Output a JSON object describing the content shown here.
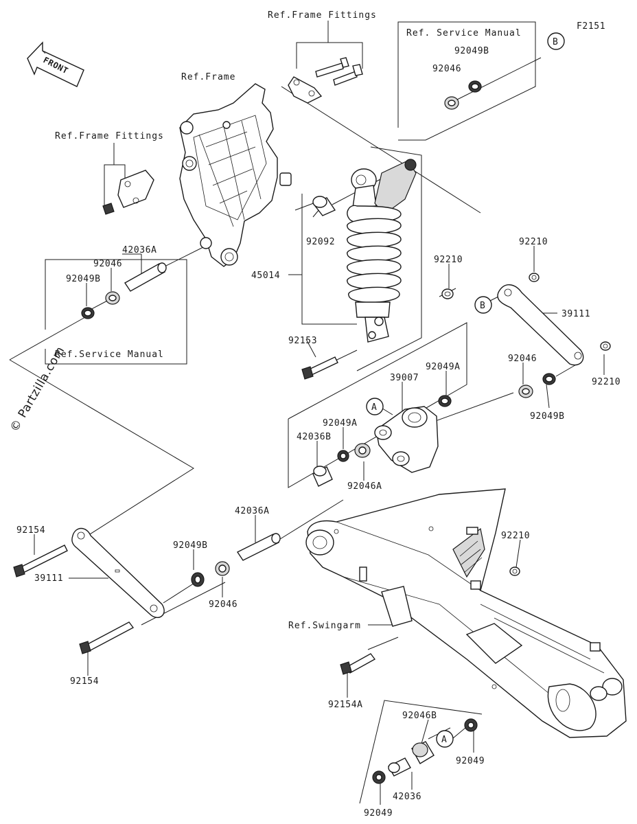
{
  "diagram_id": "F2151",
  "watermark": "© Partzilla.com",
  "front_arrow": "FRONT",
  "refs": {
    "frame": "Ref.Frame",
    "frame_fittings_top": "Ref.Frame Fittings",
    "frame_fittings_left": "Ref.Frame Fittings",
    "service_manual_top": "Ref. Service Manual",
    "service_manual_left": "Ref.Service Manual",
    "swingarm": "Ref.Swingarm"
  },
  "markers": {
    "A": "A",
    "B": "B"
  },
  "parts": {
    "p92049B_top": "92049B",
    "p92046_top": "92046",
    "p92092": "92092",
    "p45014": "45014",
    "p92153": "92153",
    "p92210_mid": "92210",
    "p92210_link": "92210",
    "p39111_right": "39111",
    "p92210_right": "92210",
    "p92046_right": "92046",
    "p92049B_right": "92049B",
    "p42036A_left": "42036A",
    "p92046_left": "92046",
    "p92049B_left": "92049B",
    "p92049A_a": "92049A",
    "p39007": "39007",
    "p92049A_b": "92049A",
    "p42036B": "42036B",
    "p92046A": "92046A",
    "p42036A_mid": "42036A",
    "p92154_top": "92154",
    "p39111_left": "39111",
    "p92049B_low": "92049B",
    "p92046_low": "92046",
    "p92154_bottom": "92154",
    "p92210_swing": "92210",
    "p92154A": "92154A",
    "p92046B": "92046B",
    "p92049_right": "92049",
    "p42036": "42036",
    "p92049_bottom": "92049"
  }
}
